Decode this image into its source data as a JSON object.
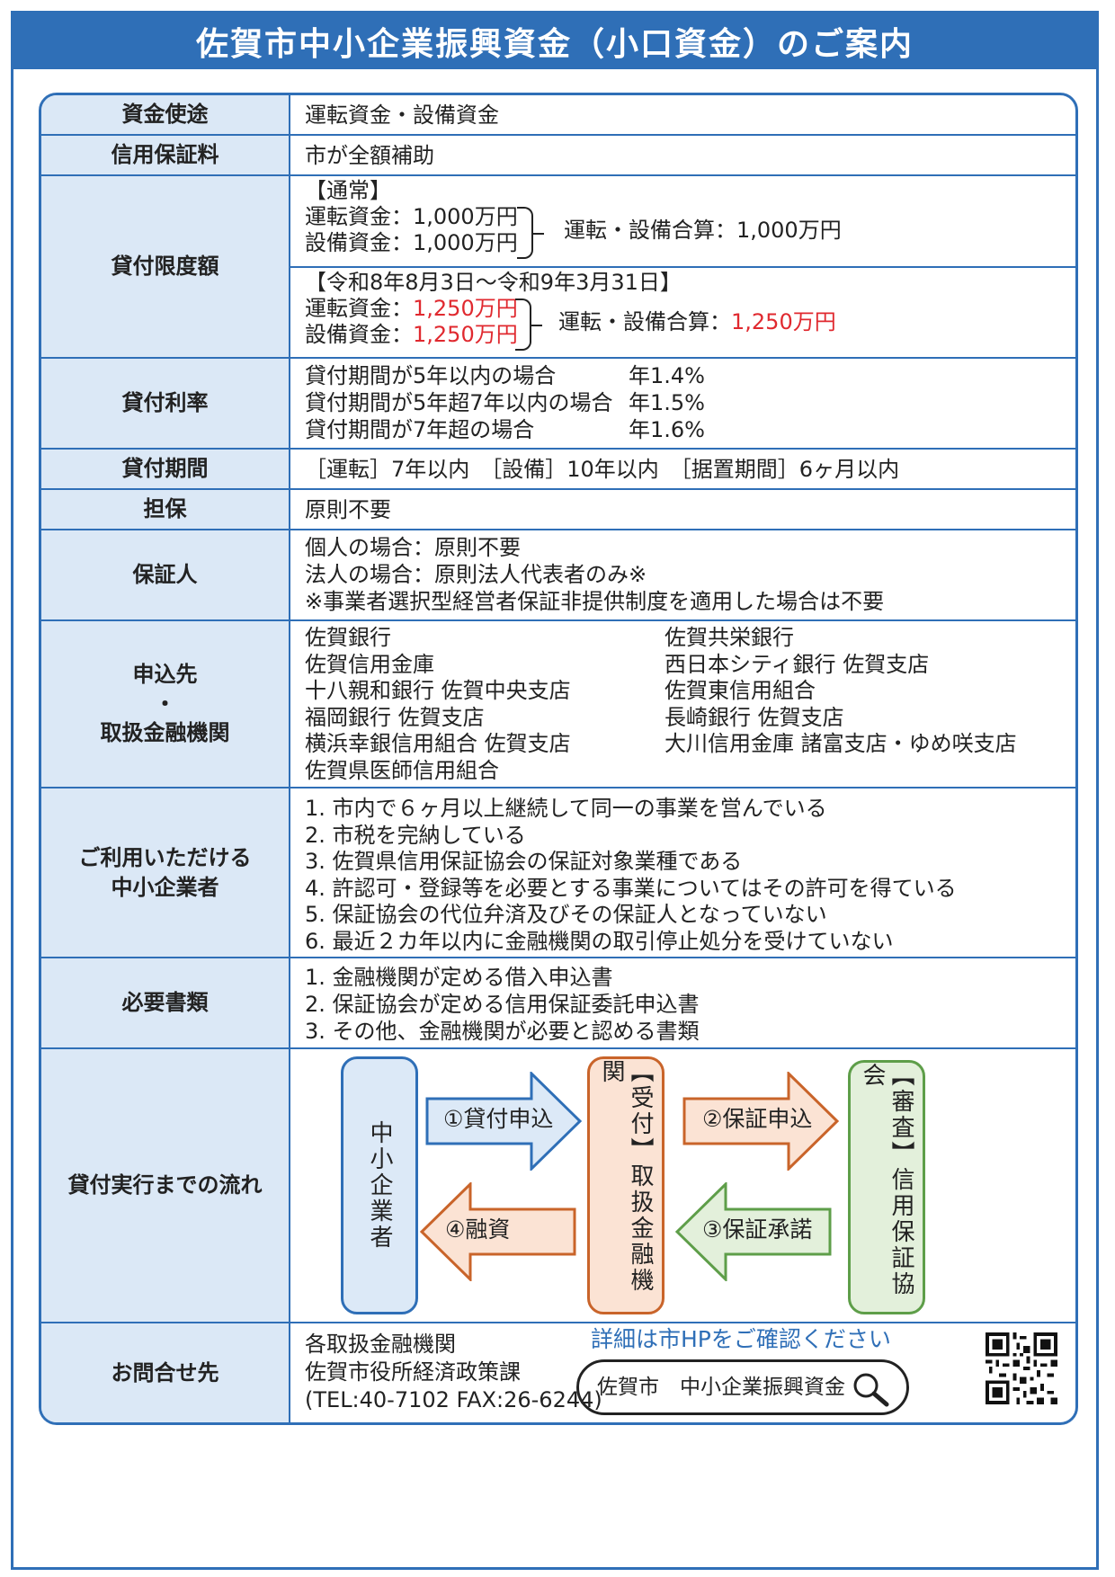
{
  "title": "佐賀市中小企業振興資金（小口資金）のご案内",
  "rows": {
    "shikin_shito": {
      "label": "資金使途",
      "value": "運転資金・設備資金"
    },
    "hoshoryo": {
      "label": "信用保証料",
      "value": "市が全額補助"
    },
    "gendogaku": {
      "label": "貸付限度額",
      "normal": {
        "heading": "【通常】",
        "unten": "運転資金：1,000万円",
        "setsubi": "設備資金：1,000万円",
        "total": "運転・設備合算：1,000万円"
      },
      "special": {
        "heading": "【令和8年8月3日～令和9年3月31日】",
        "unten_label": "運転資金：",
        "unten_amount": "1,250万円",
        "setsubi_label": "設備資金：",
        "setsubi_amount": "1,250万円",
        "total_label": "運転・設備合算：",
        "total_amount": "1,250万円"
      }
    },
    "riritsu": {
      "label": "貸付利率",
      "items": [
        {
          "term": "貸付期間が5年以内の場合",
          "rate": "年1.4%"
        },
        {
          "term": "貸付期間が5年超7年以内の場合",
          "rate": "年1.5%"
        },
        {
          "term": "貸付期間が7年超の場合",
          "rate": "年1.6%"
        }
      ]
    },
    "kikan": {
      "label": "貸付期間",
      "value": "［運転］7年以内　［設備］10年以内　［据置期間］6ヶ月以内"
    },
    "tanpo": {
      "label": "担保",
      "value": "原則不要"
    },
    "hoshonin": {
      "label": "保証人",
      "lines": [
        "個人の場合：原則不要",
        "法人の場合：原則法人代表者のみ※",
        "※事業者選択型経営者保証非提供制度を適用した場合は不要"
      ]
    },
    "moushikomi": {
      "label_line1": "申込先",
      "label_dot": "・",
      "label_line2": "取扱金融機関",
      "left": [
        "佐賀銀行",
        "佐賀信用金庫",
        "十八親和銀行 佐賀中央支店",
        "福岡銀行 佐賀支店",
        "横浜幸銀信用組合 佐賀支店",
        "佐賀県医師信用組合"
      ],
      "right": [
        "佐賀共栄銀行",
        "西日本シティ銀行 佐賀支店",
        "佐賀東信用組合",
        "長崎銀行 佐賀支店",
        "大川信用金庫 諸富支店・ゆめ咲支店"
      ]
    },
    "taisho": {
      "label_line1": "ご利用いただける",
      "label_line2": "中小企業者",
      "items": [
        "1. 市内で６ヶ月以上継続して同一の事業を営んでいる",
        "2. 市税を完納している",
        "3. 佐賀県信用保証協会の保証対象業種である",
        "4. 許認可・登録等を必要とする事業についてはその許可を得ている",
        "5. 保証協会の代位弁済及びその保証人となっていない",
        "6. 最近２カ年以内に金融機関の取引停止処分を受けていない"
      ]
    },
    "shorui": {
      "label": "必要書類",
      "items": [
        "1. 金融機関が定める借入申込書",
        "2. 保証協会が定める信用保証委託申込書",
        "3. その他、金融機関が必要と認める書類"
      ]
    },
    "flow": {
      "label": "貸付実行までの流れ",
      "box_chusho": "中小企業者",
      "box_bank": "【受付】取扱金融機関",
      "box_kyokai": "【審査】信用保証協会",
      "step1": "①貸付申込",
      "step2": "②保証申込",
      "step3": "③保証承諾",
      "step4": "④融資"
    },
    "contact": {
      "label": "お問合せ先",
      "lines": [
        "各取扱金融機関",
        "佐賀市役所経済政策課",
        "(TEL:40-7102 FAX:26-6244)"
      ],
      "hp_note": "詳細は市HPをご確認ください",
      "search_text": "佐賀市　中小企業振興資金"
    }
  },
  "colors": {
    "primary": "#2f6fb7",
    "header_bg": "#dbe8f6",
    "red": "#e0292f",
    "blue_box": "#dce9f7",
    "orange": "#c9642a",
    "orange_box": "#fbe3d4",
    "green": "#5e9e49",
    "green_box": "#e3f0db"
  }
}
